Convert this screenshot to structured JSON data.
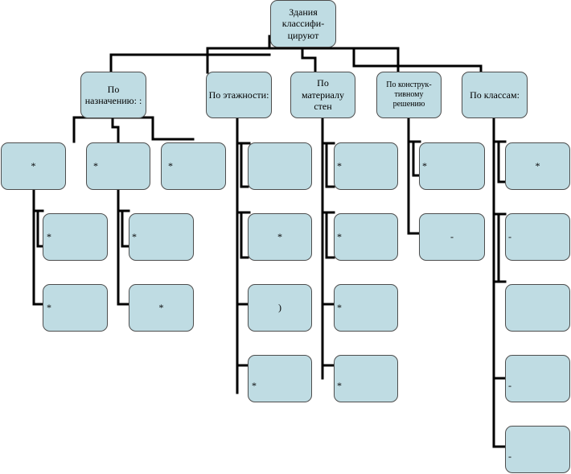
{
  "diagram": {
    "root": {
      "label": "Здания классифи-цируют"
    },
    "categories": [
      {
        "label": "По назначению: :"
      },
      {
        "label": "По этажности:"
      },
      {
        "label": "По материалу стен"
      },
      {
        "label": "По конструк-тивному решению"
      },
      {
        "label": "По классам:"
      }
    ],
    "leaves": {
      "purpose": [
        "*",
        "*",
        "*",
        "*",
        "*",
        "*",
        "*"
      ],
      "storeys": [
        "",
        "*",
        ")",
        "*"
      ],
      "wall_material": [
        "*",
        "*",
        "*",
        "*"
      ],
      "structural": [
        "*",
        "-"
      ],
      "classes": [
        "*",
        "-",
        "",
        "-",
        "-"
      ]
    }
  }
}
